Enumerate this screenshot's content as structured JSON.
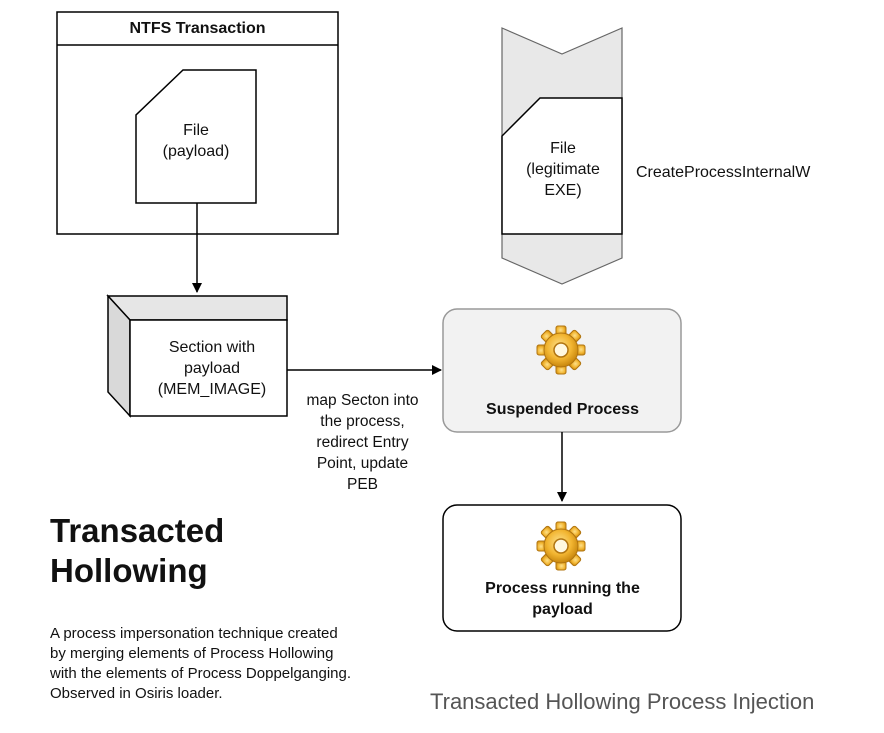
{
  "ntfs_transaction": {
    "title": "NTFS Transaction"
  },
  "file_payload": {
    "label": "File\n(payload)"
  },
  "file_legit": {
    "label": "File\n(legitimate\nEXE)"
  },
  "create_process_label": "CreateProcessInternalW",
  "section": {
    "label": "Section with\npayload\n(MEM_IMAGE)"
  },
  "map_label": "map Secton into\nthe process,\nredirect Entry\nPoint, update\nPEB",
  "suspended_process": {
    "label": "Suspended Process",
    "icon": "gear-icon"
  },
  "running_process": {
    "label": "Process running the\npayload",
    "icon": "gear-icon"
  },
  "heading": "Transacted\nHollowing",
  "description": "A process impersonation technique created\nby merging elements of Process Hollowing\nwith the elements of Process Doppelganging.\nObserved in Osiris loader.",
  "caption": "Transacted Hollowing Process Injection",
  "colors": {
    "stroke": "#000000",
    "process_fill": "#f2f2f2",
    "process_border": "#999999",
    "gear_light": "#f6c443",
    "gear_dark": "#c8860c",
    "caption": "#555555",
    "box3d_side": "#d9d9d9"
  }
}
